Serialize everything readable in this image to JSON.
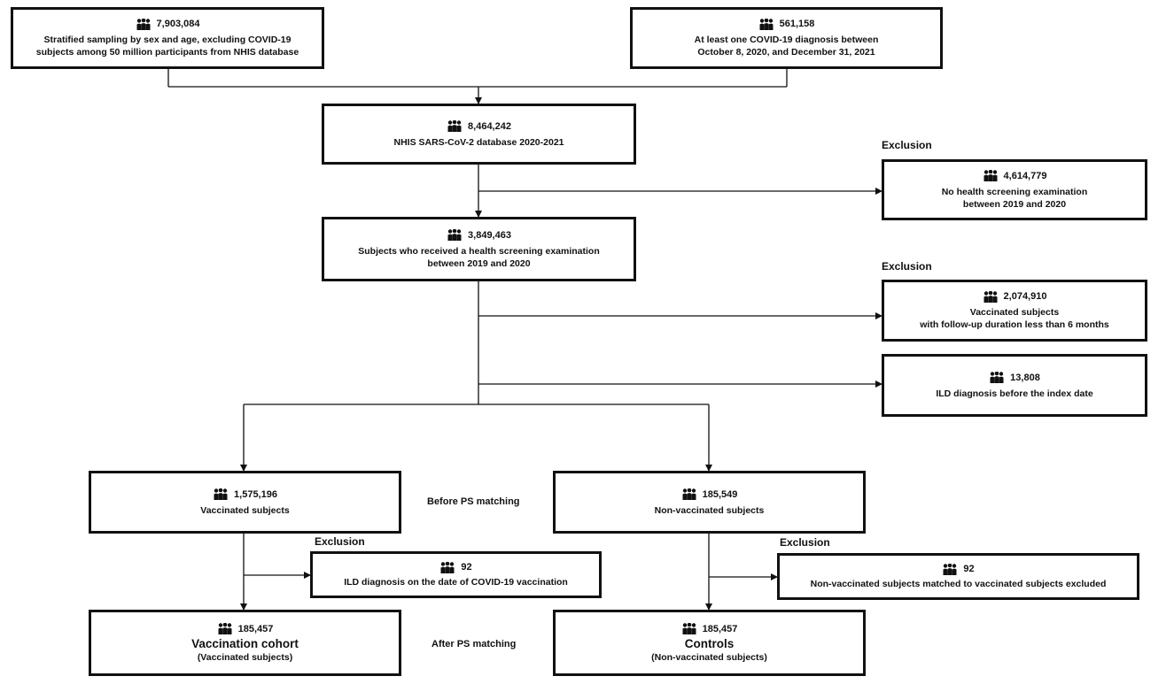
{
  "boxes": {
    "sampling": {
      "count": "7,903,084",
      "lines": [
        "Stratified sampling by sex and age, excluding COVID-19",
        "subjects among 50 million participants from NHIS database"
      ]
    },
    "covid_diag": {
      "count": "561,158",
      "lines": [
        "At least one COVID-19 diagnosis between",
        "October 8, 2020, and December 31, 2021"
      ]
    },
    "nhis_db": {
      "count": "8,464,242",
      "lines": [
        "NHIS SARS-CoV-2 database 2020-2021"
      ]
    },
    "excl_no_screening": {
      "count": "4,614,779",
      "lines": [
        "No health screening examination",
        "between 2019 and 2020"
      ]
    },
    "screened": {
      "count": "3,849,463",
      "lines": [
        "Subjects who received a health screening examination",
        "between 2019 and 2020"
      ]
    },
    "excl_followup": {
      "count": "2,074,910",
      "lines": [
        "Vaccinated subjects",
        "with follow-up duration less than 6 months"
      ]
    },
    "excl_ild_before": {
      "count": "13,808",
      "lines": [
        "ILD diagnosis before the index date"
      ]
    },
    "vaccinated": {
      "count": "1,575,196",
      "lines": [
        "Vaccinated subjects"
      ]
    },
    "nonvaccinated": {
      "count": "185,549",
      "lines": [
        "Non-vaccinated subjects"
      ]
    },
    "excl_ild_vacc_date": {
      "count": "92",
      "lines": [
        "ILD diagnosis on the date of COVID-19 vaccination"
      ]
    },
    "excl_matched": {
      "count": "92",
      "lines": [
        "Non-vaccinated subjects matched to vaccinated subjects excluded"
      ]
    },
    "vacc_cohort": {
      "count": "185,457",
      "title": "Vaccination cohort",
      "sub": "(Vaccinated subjects)"
    },
    "controls": {
      "count": "185,457",
      "title": "Controls",
      "sub": "(Non-vaccinated subjects)"
    }
  },
  "labels": {
    "exclusion": "Exclusion",
    "before_ps": "Before PS matching",
    "after_ps": "After PS matching"
  },
  "icon": "people-icon"
}
